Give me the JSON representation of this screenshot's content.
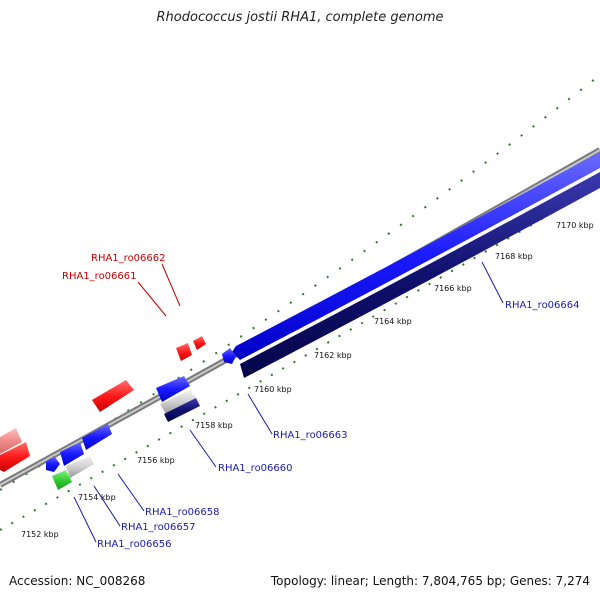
{
  "title": "Rhodococcus jostii RHA1, complete genome",
  "footer": {
    "accession": "Accession: NC_008268",
    "summary": "Topology: linear; Length: 7,804,765 bp; Genes: 7,274"
  },
  "ticks": [
    "7152 kbp",
    "7154 kbp",
    "7156 kbp",
    "7158 kbp",
    "7160 kbp",
    "7162 kbp",
    "7164 kbp",
    "7166 kbp",
    "7168 kbp",
    "7170 kbp"
  ],
  "labels": [
    {
      "id": "lbl-ro06662",
      "text": "RHA1_ro06662",
      "strand": "reverse"
    },
    {
      "id": "lbl-ro06661",
      "text": "RHA1_ro06661",
      "strand": "reverse"
    },
    {
      "id": "lbl-ro06664",
      "text": "RHA1_ro06664",
      "strand": "forward"
    },
    {
      "id": "lbl-ro06663",
      "text": "RHA1_ro06663",
      "strand": "forward"
    },
    {
      "id": "lbl-ro06660",
      "text": "RHA1_ro06660",
      "strand": "forward"
    },
    {
      "id": "lbl-ro06658",
      "text": "RHA1_ro06658",
      "strand": "forward"
    },
    {
      "id": "lbl-ro06657",
      "text": "RHA1_ro06657",
      "strand": "forward"
    },
    {
      "id": "lbl-ro06656",
      "text": "RHA1_ro06656",
      "strand": "forward"
    }
  ],
  "colors": {
    "forward_gene": "#1a1aff",
    "forward_gene_dark": "#0a0a7a",
    "reverse_gene": "#ff1a1a",
    "reverse_gene_faded": "#f08a8a",
    "rna_gene": "#33cc33",
    "backbone": "#888888",
    "tick": "#2a7a2a",
    "forward_label": "#1a1aaa",
    "reverse_label": "#cc0000"
  }
}
